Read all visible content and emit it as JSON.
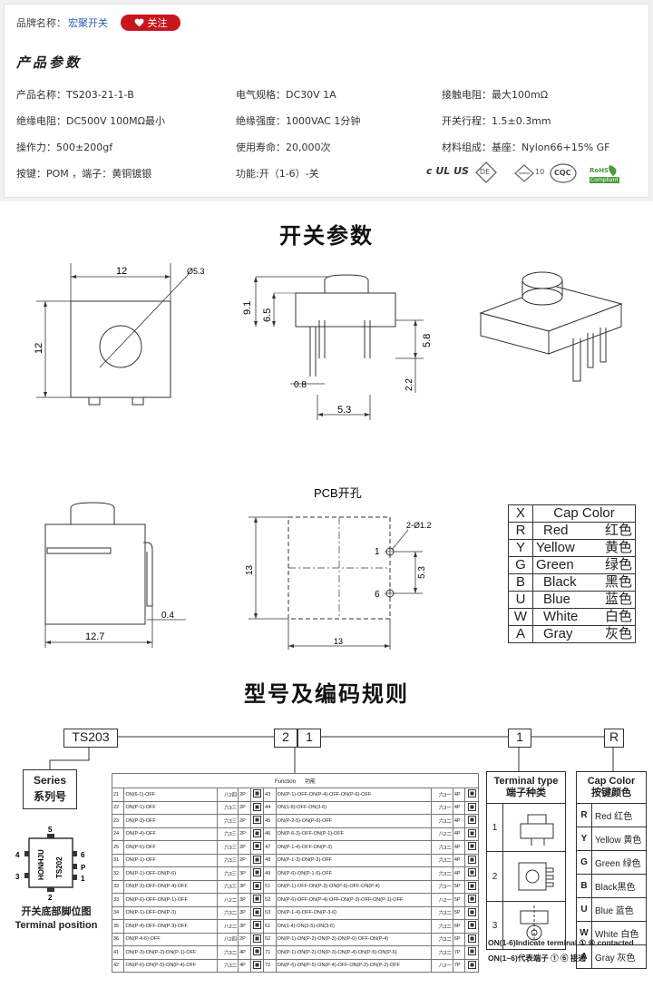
{
  "header": {
    "brand_label": "品牌名称：",
    "brand_name": "宏聚开关",
    "follow_label": "关注",
    "section_title": "产品参数"
  },
  "specs": [
    {
      "text": "产品名称：TS203-21-1-B"
    },
    {
      "text": "电气规格：DC30V  1A"
    },
    {
      "text": "接触电阻：最大100mΩ"
    },
    {
      "text": "绝缘电阻：DC500V  100MΩ最小"
    },
    {
      "text": "绝缘强度：1000VAC  1分钟"
    },
    {
      "text": "开关行程：1.5±0.3mm"
    },
    {
      "text": "操作力：500±200gf"
    },
    {
      "text": "使用寿命：20,000次"
    },
    {
      "text": "材料组成：基座：Nylon66+15% GF"
    },
    {
      "text": "按键：POM    ，端子：黄铜镀银"
    },
    {
      "text": "功能:开（1-6）-关"
    }
  ],
  "certs": {
    "ul": "c UL US",
    "ce": "DE",
    "ten": "10",
    "cqc": "CQC",
    "rohs": "RoHS",
    "rohs_sub": "Compliant"
  },
  "titles": {
    "switch_params": "开关参数",
    "coding_rules": "型号及编码规则"
  },
  "dims": {
    "d12_top": "12",
    "d_phi": "Ø5.3",
    "d12_side": "12",
    "d91": "9.1",
    "d65": "6.5",
    "d58": "5.8",
    "d08": "0.8",
    "d22": "2.2",
    "d53": "5.3",
    "d127": "12.7",
    "d04": "0.4",
    "pcb_title": "PCB开孔",
    "pcb_hole": "2-Ø1.2",
    "pcb_13v": "13",
    "pcb_53": "5.3",
    "pcb_13h": "13",
    "pin1": "1",
    "pin6": "6"
  },
  "cap_table": [
    {
      "k": "X",
      "en": "Cap Color",
      "cn": ""
    },
    {
      "k": "R",
      "en": "Red",
      "cn": "红色"
    },
    {
      "k": "Y",
      "en": "Yellow",
      "cn": "黄色"
    },
    {
      "k": "G",
      "en": "Green",
      "cn": "绿色"
    },
    {
      "k": "B",
      "en": "Black",
      "cn": "黑色"
    },
    {
      "k": "U",
      "en": "Blue",
      "cn": "蓝色"
    },
    {
      "k": "W",
      "en": "White",
      "cn": "白色"
    },
    {
      "k": "A",
      "en": "Gray",
      "cn": "灰色"
    }
  ],
  "code": {
    "ts203": "TS203",
    "c2": "2",
    "c1": "1",
    "t1": "1",
    "r": "R",
    "series_en": "Series",
    "series_cn": "系列号",
    "terminal_title_en": "Terminal type",
    "terminal_title_cn": "端子种类",
    "terminal_rows": [
      "1",
      "2",
      "3"
    ],
    "capcolor_title_en": "Cap Color",
    "capcolor_title_cn": "按键颜色",
    "capcolor_rows": [
      {
        "k": "R",
        "v": "Red 红色"
      },
      {
        "k": "Y",
        "v": "Yellow 黄色"
      },
      {
        "k": "G",
        "v": "Green 绿色"
      },
      {
        "k": "B",
        "v": "Black黑色"
      },
      {
        "k": "U",
        "v": "Blue 蓝色"
      },
      {
        "k": "W",
        "v": "White 白色"
      },
      {
        "k": "A",
        "v": "Gray 灰色"
      }
    ],
    "note_en": "ON(1-6)Indicate terminal ① ⑥ contacted",
    "note_cn": "ON(1~6)代表端子 ① ⑥ 接通",
    "terminal_pos_cn": "开关底部脚位图",
    "terminal_pos_en": "Terminal position",
    "chip_label1": "HONHJU",
    "chip_label2": "TS202",
    "pin_labels": [
      "5",
      "4",
      "6",
      "P",
      "3",
      "1",
      "2"
    ]
  },
  "function_table": {
    "header_en": "Function",
    "header_cn": "功能",
    "left": [
      {
        "n": "21",
        "f": "ON(6-1)-OFF",
        "c": "八2四",
        "p": "2P"
      },
      {
        "n": "22",
        "f": "ON(P-1)-OFF",
        "c": "六3三",
        "p": "2P"
      },
      {
        "n": "23",
        "f": "ON(P-3)-OFF",
        "c": "六3三",
        "p": "2P"
      },
      {
        "n": "24",
        "f": "ON(P-4)-OFF",
        "c": "六3三",
        "p": "2P"
      },
      {
        "n": "25",
        "f": "ON(P-6)-OFF",
        "c": "六3三",
        "p": "2P"
      },
      {
        "n": "31",
        "f": "ON(P-1)-OFF",
        "c": "六3三",
        "p": "2P"
      },
      {
        "n": "32",
        "f": "ON(P-1)-OFF-ON(P-6)",
        "c": "六3三",
        "p": "3P"
      },
      {
        "n": "33",
        "f": "ON(P-3)-OFF-ON(P-4)-OFF",
        "c": "六3三",
        "p": "3P"
      },
      {
        "n": "33",
        "f": "ON(P-6)-OFF-ON(P-1)-OFF",
        "c": "八2二",
        "p": "3P"
      },
      {
        "n": "34",
        "f": "ON(P-1)-OFF-ON(P-3)",
        "c": "六3二",
        "p": "3P"
      },
      {
        "n": "35",
        "f": "ON(P-4)-OFF-ON(P-3)-OFF",
        "c": "八2二",
        "p": "3P"
      },
      {
        "n": "36",
        "f": "ON(P-4-6)-OFF",
        "c": "八2四",
        "p": "2P"
      },
      {
        "n": "41",
        "f": "ON(P-3)-ON(P-2)-ON(P-1)-OFF",
        "c": "六3二",
        "p": "4P"
      },
      {
        "n": "42",
        "f": "ON(P-6)-ON(P-5)-ON(P-4)-OFF",
        "c": "六3二",
        "p": "4P"
      }
    ],
    "right": [
      {
        "n": "43",
        "f": "ON(P-1)-OFF-ON(P-4)-OFF-ON(P-6)-OFF",
        "c": "六3一",
        "p": "4P"
      },
      {
        "n": "44",
        "f": "ON(1-6)-OFF-ON(3-6)",
        "c": "六3一",
        "p": "4P"
      },
      {
        "n": "45",
        "f": "ON(P-2-5)-ON(P-6)-OFF",
        "c": "六3二",
        "p": "4P"
      },
      {
        "n": "46",
        "f": "ON(P-6-3)-OFF-ON(P-1)-OFF",
        "c": "八2二",
        "p": "4P"
      },
      {
        "n": "47",
        "f": "ON(P-1-4)-OFF-ON(P-3)",
        "c": "六3二",
        "p": "4P"
      },
      {
        "n": "48",
        "f": "ON(P-1-3)-ON(P-3)-OFF",
        "c": "六3二",
        "p": "4P"
      },
      {
        "n": "49",
        "f": "ON(P-6)-ON(P-1-6)-OFF",
        "c": "六3二",
        "p": "4P"
      },
      {
        "n": "51",
        "f": "ON(P-1)-OFF-ON(P-3)-ON(P-6)-OFF-ON(P-4)",
        "c": "六3一",
        "p": "5P"
      },
      {
        "n": "52",
        "f": "ON(P-6)-OFF-ON(P-4)-OFF-ON(P-3)-OFF-ON(P-1)-OFF",
        "c": "八2一",
        "p": "5P"
      },
      {
        "n": "53",
        "f": "ON(P-1-4)-OFF-ON(P-3-6)",
        "c": "六3二",
        "p": "5P"
      },
      {
        "n": "61",
        "f": "ON(1-4)-ON(2-5)-ON(3-6)",
        "c": "六3二",
        "p": "6P"
      },
      {
        "n": "62",
        "f": "ON(P-1)-ON(P-2)-ON(P-3)-ON(P-6)-OFF-ON(P-4)",
        "c": "六3二",
        "p": "6P"
      },
      {
        "n": "71",
        "f": "ON(P-1)-ON(P-2)-ON(P-3)-ON(P-4)-ON(P-5)-ON(P-6)",
        "c": "六3二",
        "p": "7P"
      },
      {
        "n": "72",
        "f": "ON(P-6)-ON(P-5)-ON(P-4)-OFF-ON(P-3)-ON(P-2)-OFF",
        "c": "八2一",
        "p": "7P"
      }
    ]
  }
}
